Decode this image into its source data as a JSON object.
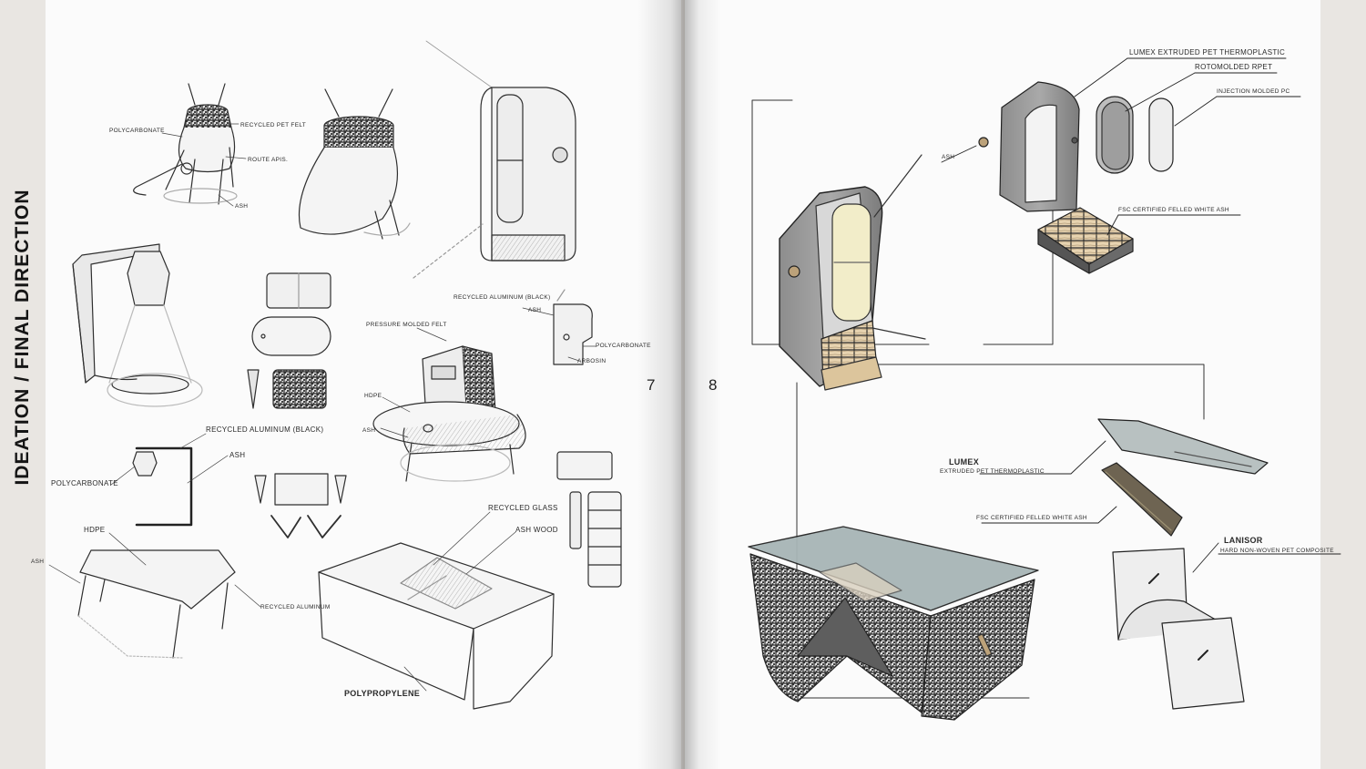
{
  "section_title": "IDEATION  /  FINAL DIRECTION",
  "page_left_number": "7",
  "page_right_number": "8",
  "left_page_labels": {
    "polycarbonate_1": "POLYCARBONATE",
    "recycled_pet_felt": "RECYCLED PET FELT",
    "rounded_tips": "ROUTE APIS.",
    "ash_1": "ASH",
    "recycled_aluminum_black_1": "RECYCLED ALUMINUM (BLACK)",
    "pressure_molded_felt": "PRESSURE MOLDED FELT",
    "hdpe_1": "HDPE",
    "ash_2": "ASH",
    "polycarbonate_2": "POLYCARBONATE",
    "arbosin": "ARBOSIN",
    "recycled_aluminum_black_2": "RECYCLED ALUMINUM (BLACK)",
    "ash_3": "ASH",
    "polycarbonate_3": "POLYCARBONATE",
    "hdpe_2": "HDPE",
    "ash_4": "ASH",
    "recycled_aluminum": "RECYCLED ALUMINUM",
    "recycled_glass": "RECYCLED GLASS",
    "ash_wood": "ASH WOOD",
    "polypropylene": "POLYPROPYLENE"
  },
  "right_page_labels": {
    "lumex_top": "LUMEX EXTRUDED PET THERMOPLASTIC",
    "rotomolded_rpet": "ROTOMOLDED RPET",
    "injection_molded_pc": "INJECTION MOLDED PC",
    "ash": "ASH",
    "fsc_ash_1": "FSC CERTIFIED FELLED WHITE ASH",
    "lumex_title": "LUMEX",
    "lumex_sub": "EXTRUDED PET THERMOPLASTIC",
    "fsc_ash_2": "FSC CERTIFIED FELLED WHITE ASH",
    "lanisor_title": "LANISOR",
    "lanisor_sub": "HARD NON-WOVEN PET COMPOSITE"
  },
  "colors": {
    "paper": "#fbfbfb",
    "background": "#e9e6e2",
    "ink": "#2a2a2a",
    "shell_grey": "#9a9a9a",
    "glow_yellow": "#f3efcf",
    "wood": "#e6d2b0",
    "glass": "#a9b7b8",
    "felt": "#d9d9d9"
  }
}
